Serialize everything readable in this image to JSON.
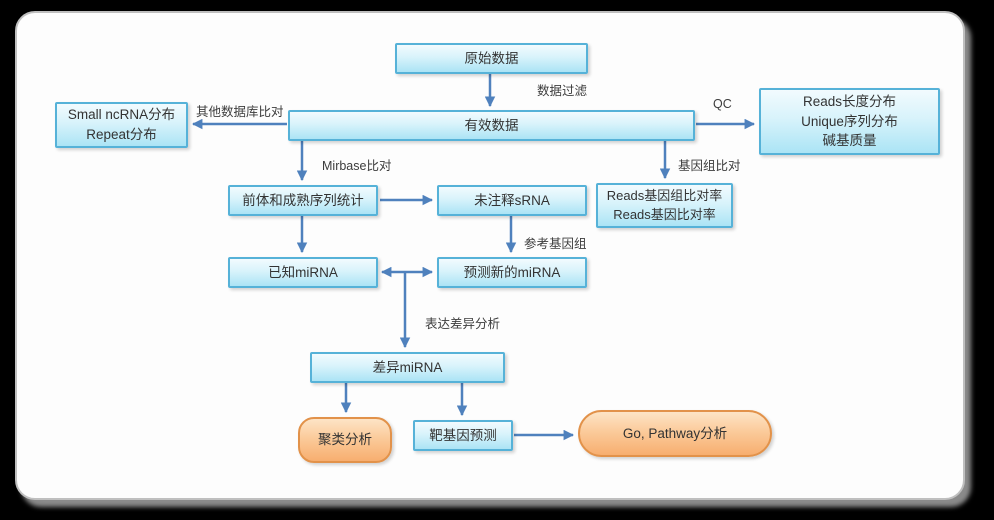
{
  "diagram": {
    "title": "miRNA sequencing analysis pipeline flowchart",
    "nodes": {
      "raw_data": {
        "label": "原始数据"
      },
      "valid_data": {
        "label": "有效数据"
      },
      "small_ncrna": {
        "line1": "Small ncRNA分布",
        "line2": "Repeat分布"
      },
      "reads_dist": {
        "line1": "Reads长度分布",
        "line2": "Unique序列分布",
        "line3": "碱基质量"
      },
      "reads_align": {
        "line1": "Reads基因组比对率",
        "line2": "Reads基因比对率"
      },
      "precursor": {
        "label": "前体和成熟序列统计"
      },
      "unannotated": {
        "label": "未注释sRNA"
      },
      "known_mirna": {
        "label": "已知miRNA"
      },
      "predicted_mirna": {
        "label": "预测新的miRNA"
      },
      "diff_mirna": {
        "label": "差异miRNA"
      },
      "cluster": {
        "label": "聚类分析"
      },
      "target_gene": {
        "label": "靶基因预测"
      },
      "go_pathway": {
        "label": "Go, Pathway分析"
      }
    },
    "edge_labels": {
      "data_filter": "数据过滤",
      "other_db": "其他数据库比对",
      "qc": "QC",
      "mirbase": "Mirbase比对",
      "genome_align": "基因组比对",
      "ref_genome": "参考基因组",
      "diff_expr": "表达差异分析"
    },
    "colors": {
      "blue_node_border": "#56b2d8",
      "blue_node_fill_top": "#f2fbfe",
      "blue_node_fill_bottom": "#abe4f5",
      "orange_node_border": "#e2924a",
      "orange_node_fill_top": "#fde4c6",
      "orange_node_fill_bottom": "#f7ae6f",
      "arrow": "#4f81bd",
      "label_text": "#3c3c3c",
      "frame_background": "#fdfdfd",
      "page_background": "#000000"
    }
  }
}
